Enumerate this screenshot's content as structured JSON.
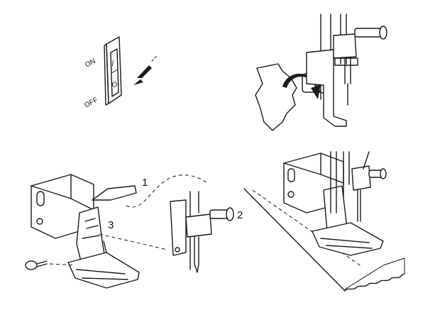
{
  "switch": {
    "on_label": "ON",
    "off_label": "OFF",
    "rocker_on_symbol": "/",
    "rocker_off_symbol": "O"
  },
  "callouts": {
    "c1": "1",
    "c2": "2",
    "c3": "3"
  },
  "icons": [
    "power-switch-icon",
    "handwheel-icon",
    "rotation-arrow-icon",
    "press-arrow-icon",
    "presser-foot-icon",
    "needle-clamp-icon",
    "screw-icon",
    "fabric-icon"
  ]
}
